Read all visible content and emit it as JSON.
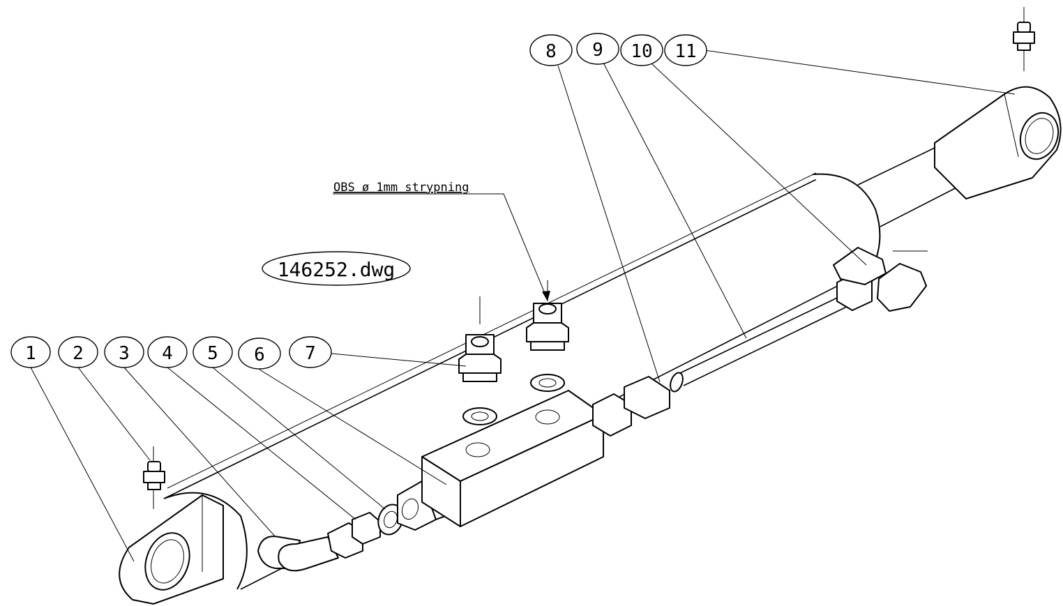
{
  "drawing": {
    "file_label": "146252.dwg",
    "note": "OBS ø 1mm strypning",
    "balloons": [
      {
        "id": "balloon-1",
        "label": "1"
      },
      {
        "id": "balloon-2",
        "label": "2"
      },
      {
        "id": "balloon-3",
        "label": "3"
      },
      {
        "id": "balloon-4",
        "label": "4"
      },
      {
        "id": "balloon-5",
        "label": "5"
      },
      {
        "id": "balloon-6",
        "label": "6"
      },
      {
        "id": "balloon-7",
        "label": "7"
      },
      {
        "id": "balloon-8",
        "label": "8"
      },
      {
        "id": "balloon-9",
        "label": "9"
      },
      {
        "id": "balloon-10",
        "label": "10"
      },
      {
        "id": "balloon-11",
        "label": "11"
      }
    ]
  }
}
